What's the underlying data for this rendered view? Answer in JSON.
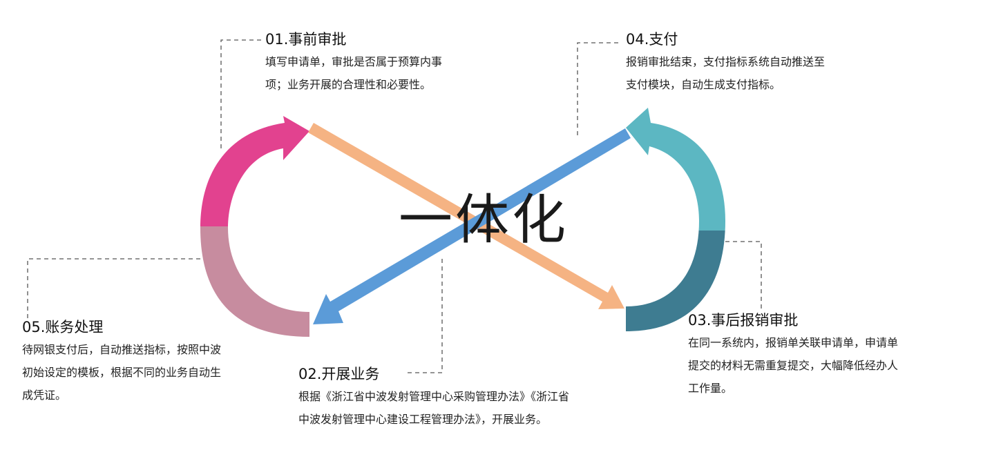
{
  "center_title": "一体化",
  "colors": {
    "magenta": "#E2428F",
    "rose": "#C78C9F",
    "orange": "#F5B383",
    "blue": "#5B9BD8",
    "teal_light": "#5CB7C2",
    "teal_dark": "#3E7C91",
    "dash": "#555555"
  },
  "steps": [
    {
      "title": "01.事前审批",
      "lines": [
        "填写申请单，审批是否属于预算内事",
        "项；业务开展的合理性和必要性。"
      ]
    },
    {
      "title": "02.开展业务",
      "lines": [
        "根据《浙江省中波发射管理中心采购管理办法》《浙江省",
        "中波发射管理中心建设工程管理办法》，开展业务。"
      ]
    },
    {
      "title": "03.事后报销审批",
      "lines": [
        "在同一系统内，报销单关联申请单，申请单",
        "提交的材料无需重复提交，大幅降低经办人",
        "工作量。"
      ]
    },
    {
      "title": "04.支付",
      "lines": [
        "报销审批结束，支付指标系统自动推送至",
        "支付模块，自动生成支付指标。"
      ]
    },
    {
      "title": "05.账务处理",
      "lines": [
        "待网银支付后，自动推送指标，按照中波",
        "初始设定的模板，根据不同的业务自动生",
        "成凭证。"
      ]
    }
  ]
}
